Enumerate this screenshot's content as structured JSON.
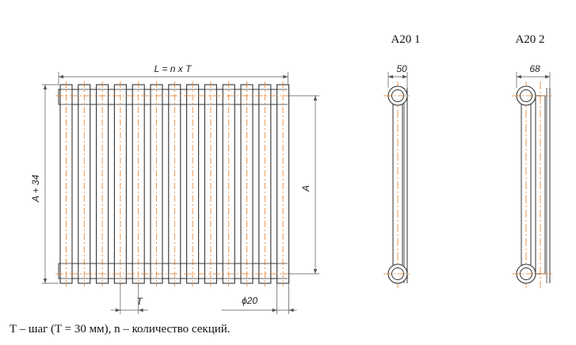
{
  "front_view": {
    "width_label": "L = n x T",
    "height_label": "A + 34",
    "axis_label": "A",
    "pitch_label": "T",
    "tube_label": "ϕ20",
    "section_count": 13
  },
  "side_views": [
    {
      "title": "A20 1",
      "depth_label": "50",
      "columns": 1
    },
    {
      "title": "A20 2",
      "depth_label": "68",
      "columns": 2
    }
  ],
  "caption": "T – шаг (T = 30 мм), n – количество секций.",
  "colors": {
    "line": "#333333",
    "axis": "#e87a1e",
    "dim": "#555555"
  }
}
